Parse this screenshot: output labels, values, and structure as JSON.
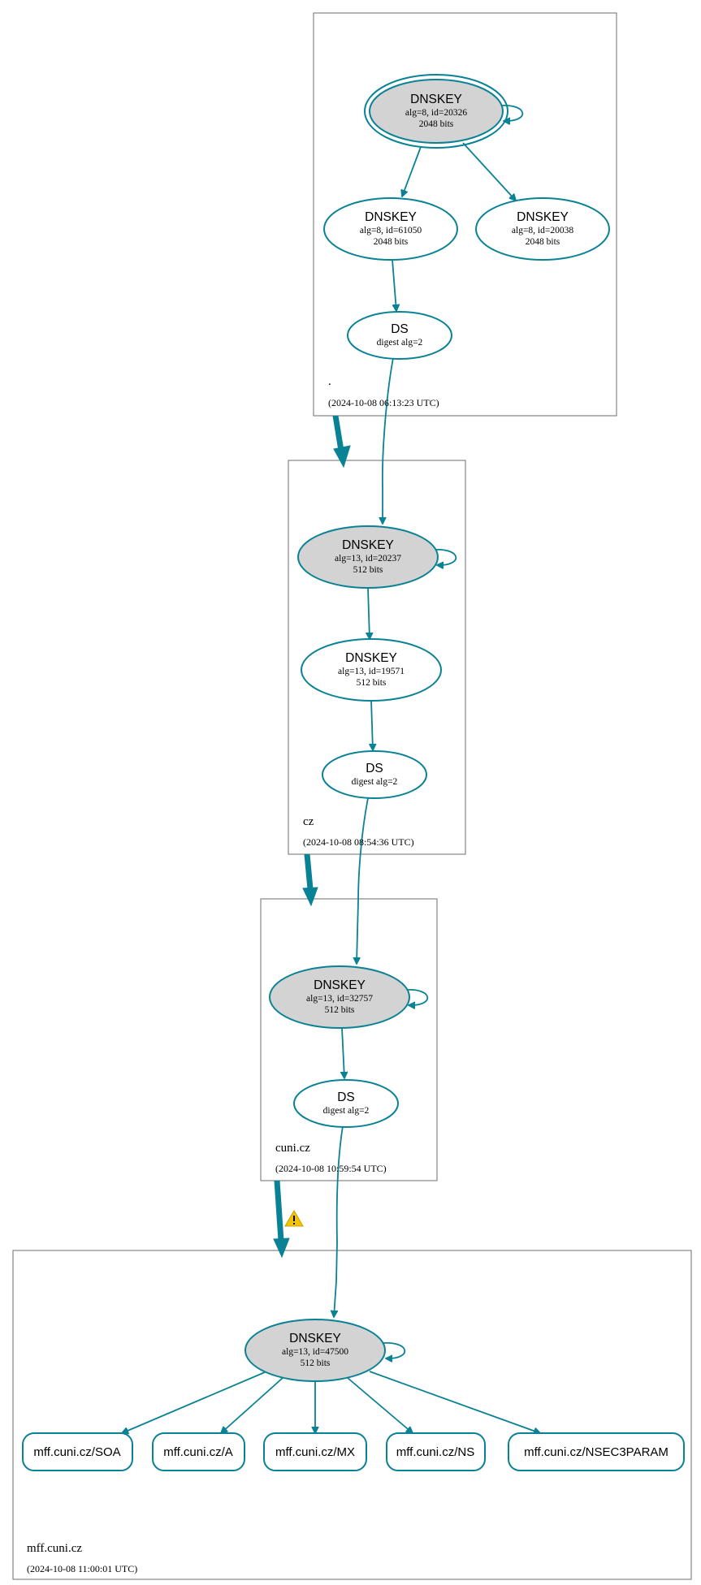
{
  "zones": [
    {
      "name": ".",
      "timestamp": "(2024-10-08 06:13:23 UTC)",
      "nodes": [
        {
          "kind": "DNSKEY",
          "sub1": "alg=8, id=20326",
          "sub2": "2048 bits",
          "fill": "#d3d3d3",
          "double_border": true,
          "self_loop": true
        },
        {
          "kind": "DNSKEY",
          "sub1": "alg=8, id=61050",
          "sub2": "2048 bits",
          "fill": "#ffffff"
        },
        {
          "kind": "DNSKEY",
          "sub1": "alg=8, id=20038",
          "sub2": "2048 bits",
          "fill": "#ffffff"
        },
        {
          "kind": "DS",
          "sub1": "digest alg=2",
          "fill": "#ffffff"
        }
      ]
    },
    {
      "name": "cz",
      "timestamp": "(2024-10-08 08:54:36 UTC)",
      "nodes": [
        {
          "kind": "DNSKEY",
          "sub1": "alg=13, id=20237",
          "sub2": "512 bits",
          "fill": "#d3d3d3",
          "self_loop": true
        },
        {
          "kind": "DNSKEY",
          "sub1": "alg=13, id=19571",
          "sub2": "512 bits",
          "fill": "#ffffff"
        },
        {
          "kind": "DS",
          "sub1": "digest alg=2",
          "fill": "#ffffff"
        }
      ]
    },
    {
      "name": "cuni.cz",
      "timestamp": "(2024-10-08 10:59:54 UTC)",
      "nodes": [
        {
          "kind": "DNSKEY",
          "sub1": "alg=13, id=32757",
          "sub2": "512 bits",
          "fill": "#d3d3d3",
          "self_loop": true
        },
        {
          "kind": "DS",
          "sub1": "digest alg=2",
          "fill": "#ffffff"
        }
      ]
    },
    {
      "name": "mff.cuni.cz",
      "timestamp": "(2024-10-08 11:00:01 UTC)",
      "nodes": [
        {
          "kind": "DNSKEY",
          "sub1": "alg=13, id=47500",
          "sub2": "512 bits",
          "fill": "#d3d3d3",
          "self_loop": true
        }
      ],
      "rrsets": [
        "mff.cuni.cz/SOA",
        "mff.cuni.cz/A",
        "mff.cuni.cz/MX",
        "mff.cuni.cz/NS",
        "mff.cuni.cz/NSEC3PARAM"
      ]
    }
  ],
  "warning": {
    "icon": "warning-triangle-icon",
    "color": "#f2c500"
  },
  "colors": {
    "edge": "#0a8295",
    "ksk_fill": "#d3d3d3",
    "zone_border": "#6e6e6e"
  }
}
